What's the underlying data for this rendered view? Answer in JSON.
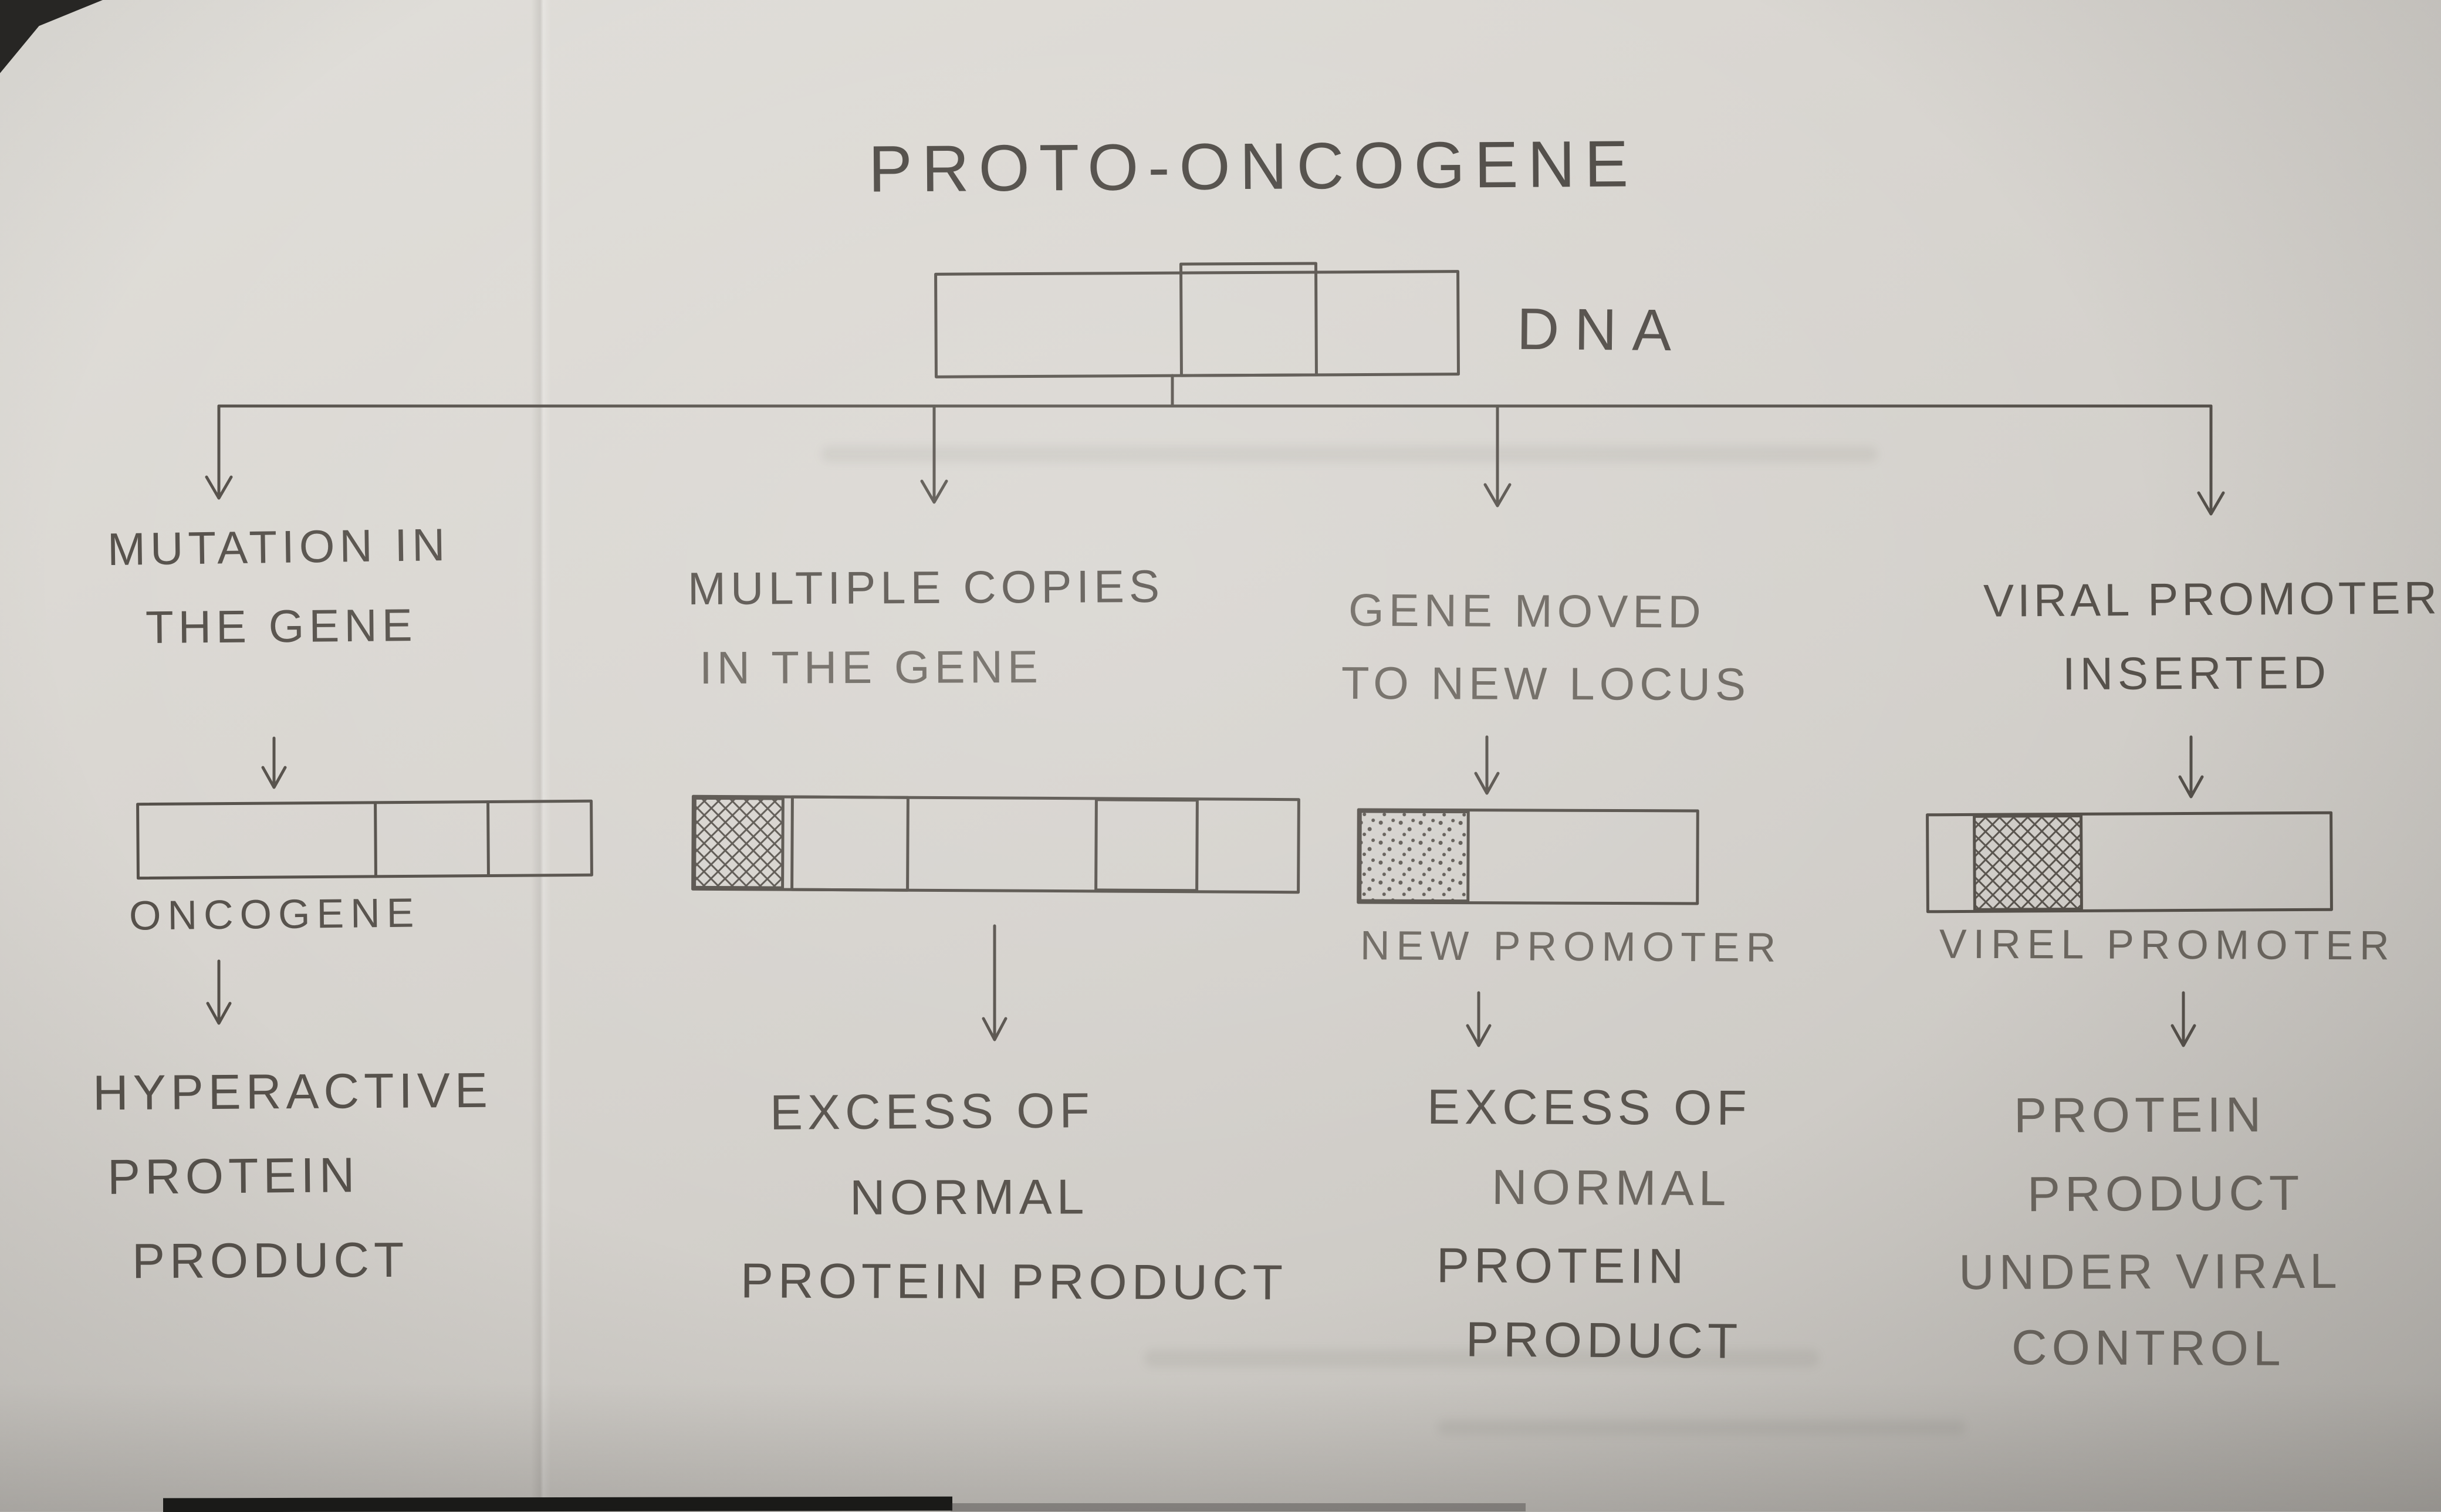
{
  "title": "PROTO-ONCOGENE",
  "dna_label": "DNA",
  "branches": [
    {
      "cause": [
        "MUTATION IN",
        "THE GENE"
      ],
      "box_label": "ONCOGENE",
      "result": [
        "HYPERACTIVE",
        "PROTEIN",
        "PRODUCT"
      ]
    },
    {
      "cause": [
        "MULTIPLE COPIES",
        "IN THE GENE"
      ],
      "box_label": "",
      "result": [
        "EXCESS OF",
        "NORMAL",
        "PROTEIN PRODUCT"
      ]
    },
    {
      "cause": [
        "GENE MOVED",
        "TO NEW LOCUS"
      ],
      "box_label": "NEW PROMOTER",
      "result": [
        "EXCESS OF",
        "NORMAL",
        "PROTEIN",
        "PRODUCT"
      ]
    },
    {
      "cause": [
        "VIRAL PROMOTER",
        "INSERTED"
      ],
      "box_label": "VIREL PROMOTER",
      "result": [
        "PROTEIN",
        "PRODUCT",
        "UNDER VIRAL",
        "CONTROL"
      ]
    }
  ],
  "colors": {
    "pencil": "#56514b",
    "paper": "#d6d3ce"
  }
}
